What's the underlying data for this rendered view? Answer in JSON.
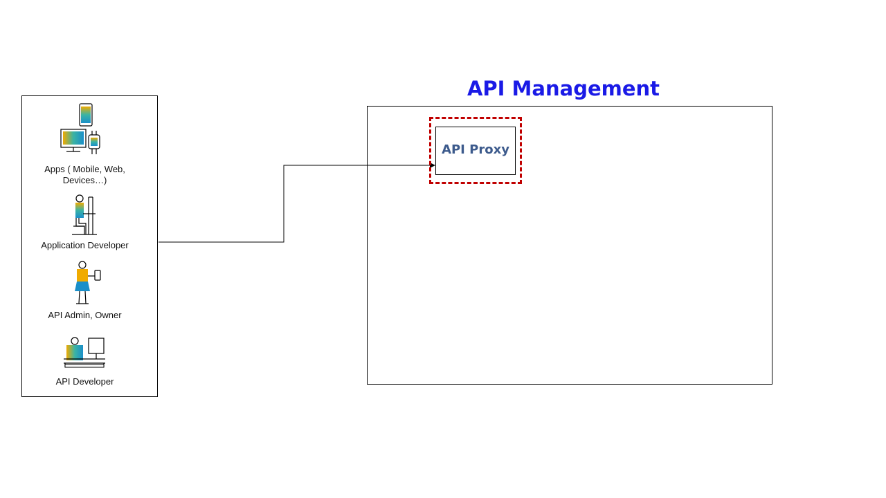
{
  "diagram": {
    "title": "API Management",
    "proxy_label": "API Proxy",
    "actors": [
      {
        "label_line1": "Apps ( Mobile, Web,",
        "label_line2": "Devices…)",
        "icon": "devices-icon"
      },
      {
        "label": "Application Developer",
        "icon": "developer-desk-icon"
      },
      {
        "label": "API Admin, Owner",
        "icon": "admin-person-icon"
      },
      {
        "label": "API Developer",
        "icon": "api-developer-desk-icon"
      }
    ],
    "colors": {
      "title": "#1a1ae6",
      "proxy_text": "#3c5a8c",
      "dashed_border": "#c00000",
      "icon_blue": "#1a8fc9",
      "icon_yellow": "#f0ab00",
      "icon_teal": "#3bb3a4"
    }
  }
}
